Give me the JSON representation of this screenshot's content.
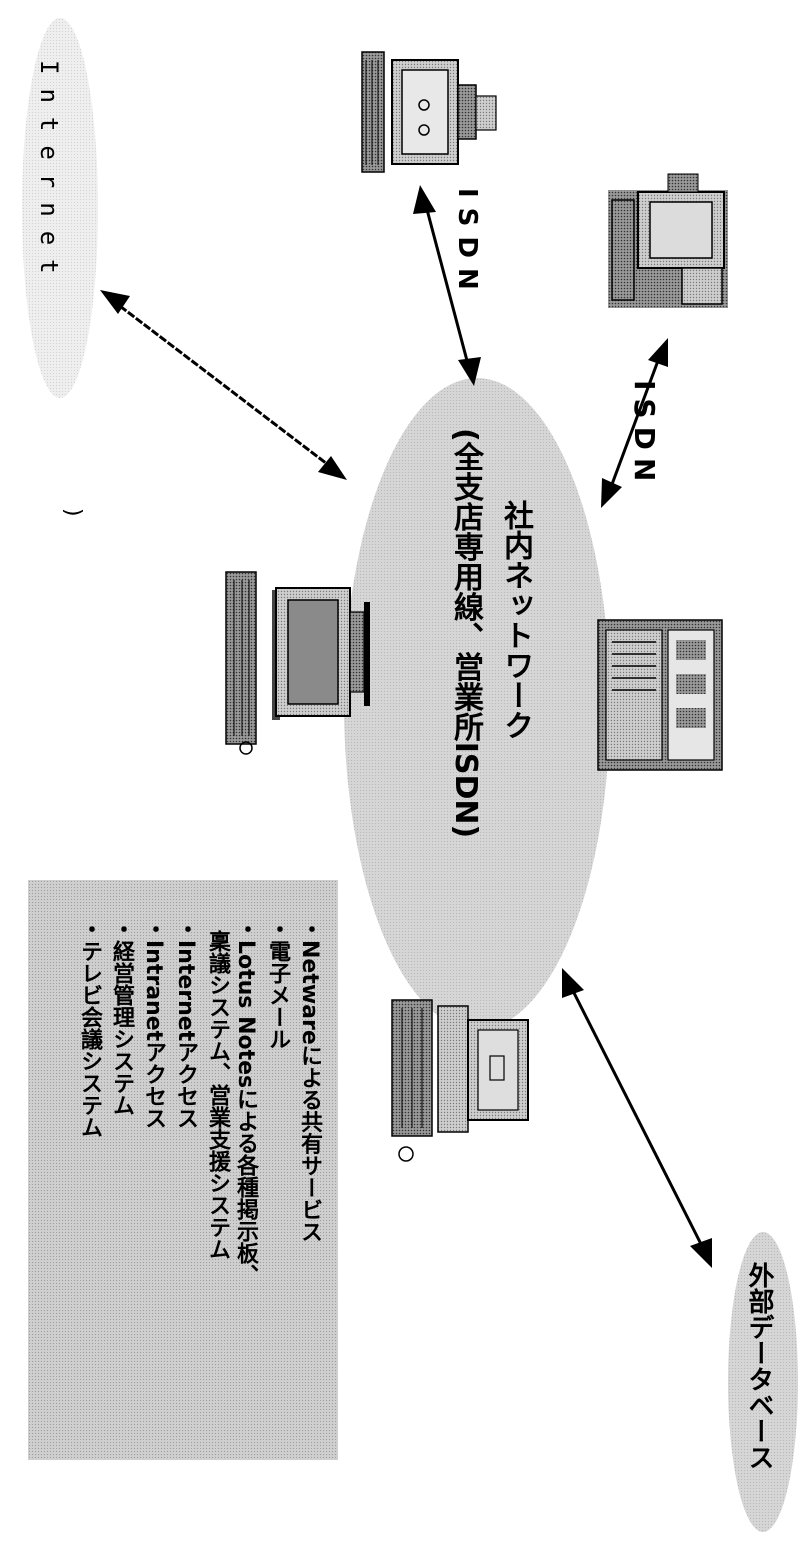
{
  "diagram": {
    "center_network": {
      "title": "社内ネットワーク",
      "subtitle": "(全支店専用線、営業所ISDN)"
    },
    "internet_label": "Internet",
    "external_db_label": "外部データベース",
    "isdn_label_top": "ISDN",
    "isdn_label_right": "ISDN",
    "stray_mark": ")",
    "services": {
      "bullet": "・",
      "items": [
        "Netwareによる共有サービス",
        "電子メール",
        "Lotus Notesによる各種掲示板、",
        "稟議システム、営業支援システム",
        "Internetアクセス",
        "Intranetアクセス",
        "経営管理システム",
        "テレビ会議システム"
      ]
    },
    "icons": [
      "desktop-computer-icon",
      "desktop-computer-icon",
      "desktop-computer-icon",
      "server-tower-icon",
      "desktop-computer-icon"
    ],
    "colors": {
      "ellipse_fill": "#d6d6d6",
      "box_fill": "#cfcfcf",
      "arrow": "#000000"
    }
  }
}
